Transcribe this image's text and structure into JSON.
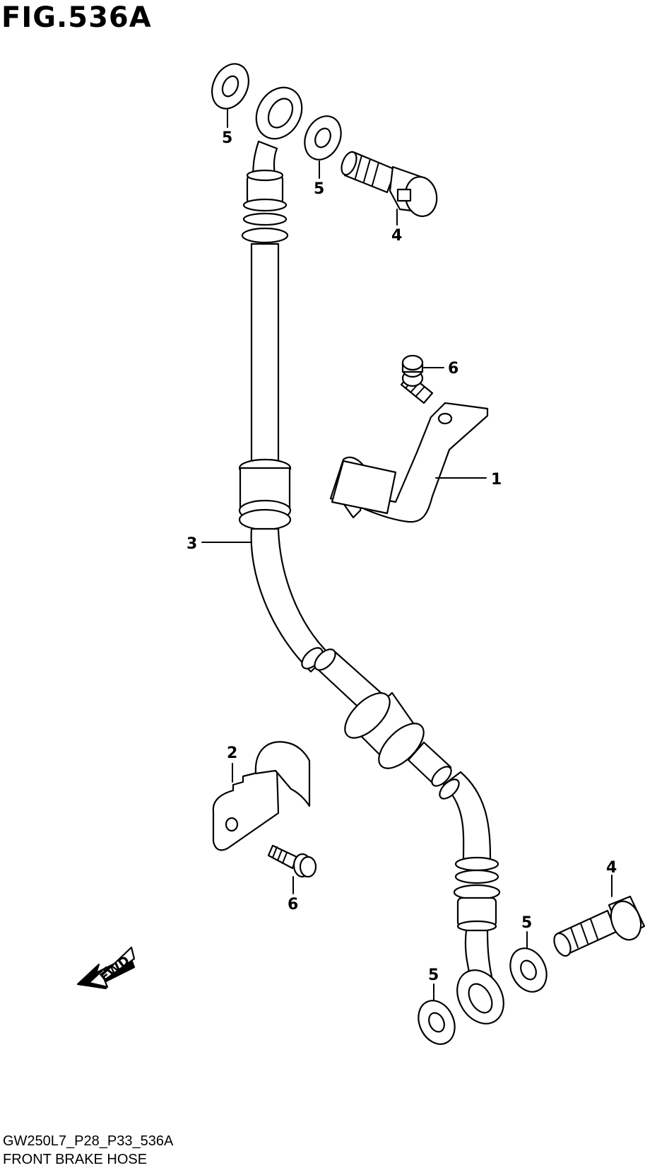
{
  "figure": {
    "title": "FIG.536A"
  },
  "footer": {
    "code": "GW250L7_P28_P33_536A",
    "name": "FRONT BRAKE HOSE"
  },
  "fwd_label": "FWD",
  "callouts": {
    "c1": "1",
    "c2": "2",
    "c3": "3",
    "c4_top": "4",
    "c4_bottom": "4",
    "c5_a": "5",
    "c5_b": "5",
    "c5_c": "5",
    "c5_d": "5",
    "c6_top": "6",
    "c6_bottom": "6"
  }
}
